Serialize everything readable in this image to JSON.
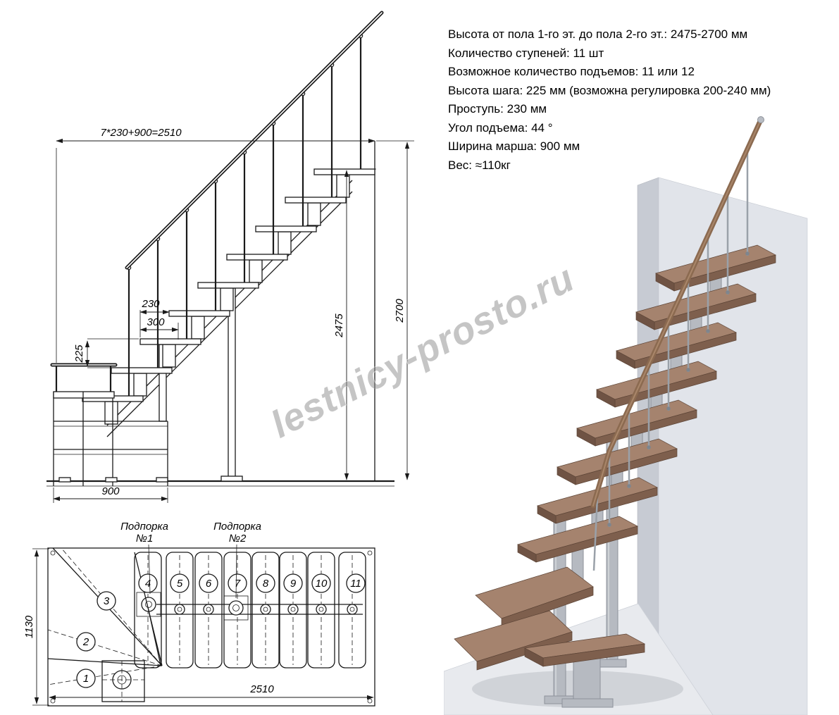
{
  "watermark": {
    "text": "lestnicy-prosto.ru"
  },
  "specs": {
    "lines": [
      "Высота от пола 1-го эт. до пола 2-го эт.: 2475-2700 мм",
      "Количество ступеней: 11 шт",
      "Возможное количество подъемов: 11 или 12",
      "Высота шага: 225 мм (возможна регулировка 200-240 мм)",
      "Проступь: 230 мм",
      "Угол подъема: 44 °",
      "Ширина марша: 900 мм",
      "Вес: ≈110кг"
    ]
  },
  "side_view": {
    "dim_total_run": "7*230+900=2510",
    "dim_height_max": "2700",
    "dim_height_min": "2475",
    "dim_tread_depth": "230",
    "dim_module": "300",
    "dim_rise": "225",
    "dim_entry_width": "900"
  },
  "plan_view": {
    "support_1": {
      "line1": "Подпорка",
      "line2": "№1"
    },
    "support_2": {
      "line1": "Подпорка",
      "line2": "№2"
    },
    "dim_width": "1130",
    "dim_length": "2510",
    "steps": [
      "1",
      "2",
      "3",
      "4",
      "5",
      "6",
      "7",
      "8",
      "9",
      "10",
      "11"
    ]
  },
  "colors": {
    "line": "#1a1a1a",
    "wood": "#a5836e",
    "wood_dark": "#7e5f4d",
    "metal": "#b6bac1",
    "wall": "#e1e4ea",
    "watermark": "#8d8d8d"
  }
}
